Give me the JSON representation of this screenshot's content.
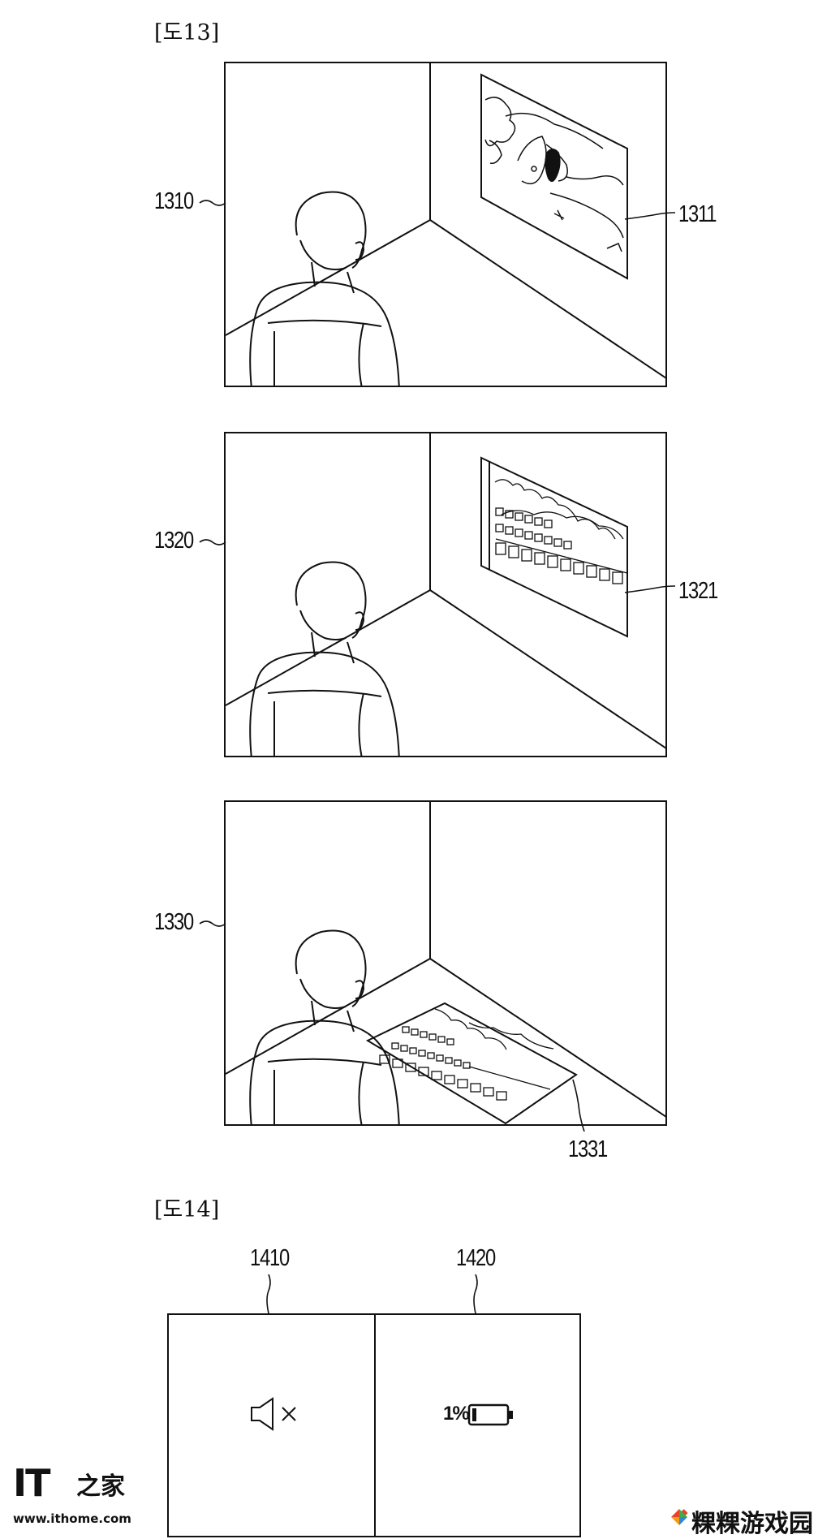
{
  "figure13": {
    "title": "[도13]",
    "panels": [
      {
        "ref": "1310",
        "screen_ref": "1311",
        "projection": "wall image"
      },
      {
        "ref": "1320",
        "screen_ref": "1321",
        "projection": "wall UI"
      },
      {
        "ref": "1330",
        "screen_ref": "1331",
        "projection": "floor UI"
      }
    ]
  },
  "figure14": {
    "title": "[도14]",
    "panels": [
      {
        "ref": "1410",
        "icon": "mute-icon"
      },
      {
        "ref": "1420",
        "icon": "battery-low-icon",
        "battery_text": "1%"
      }
    ]
  },
  "watermarks": {
    "left_brand": "IT",
    "left_glyph": "之家",
    "left_url": "www.ithome.com",
    "right_brand": "粿粿游戏园"
  },
  "colors": {
    "line": "#111111",
    "background": "#ffffff",
    "logo_red": "#e8412c",
    "logo_green": "#3cb043",
    "logo_orange": "#f39c12",
    "logo_blue": "#2e86de"
  }
}
